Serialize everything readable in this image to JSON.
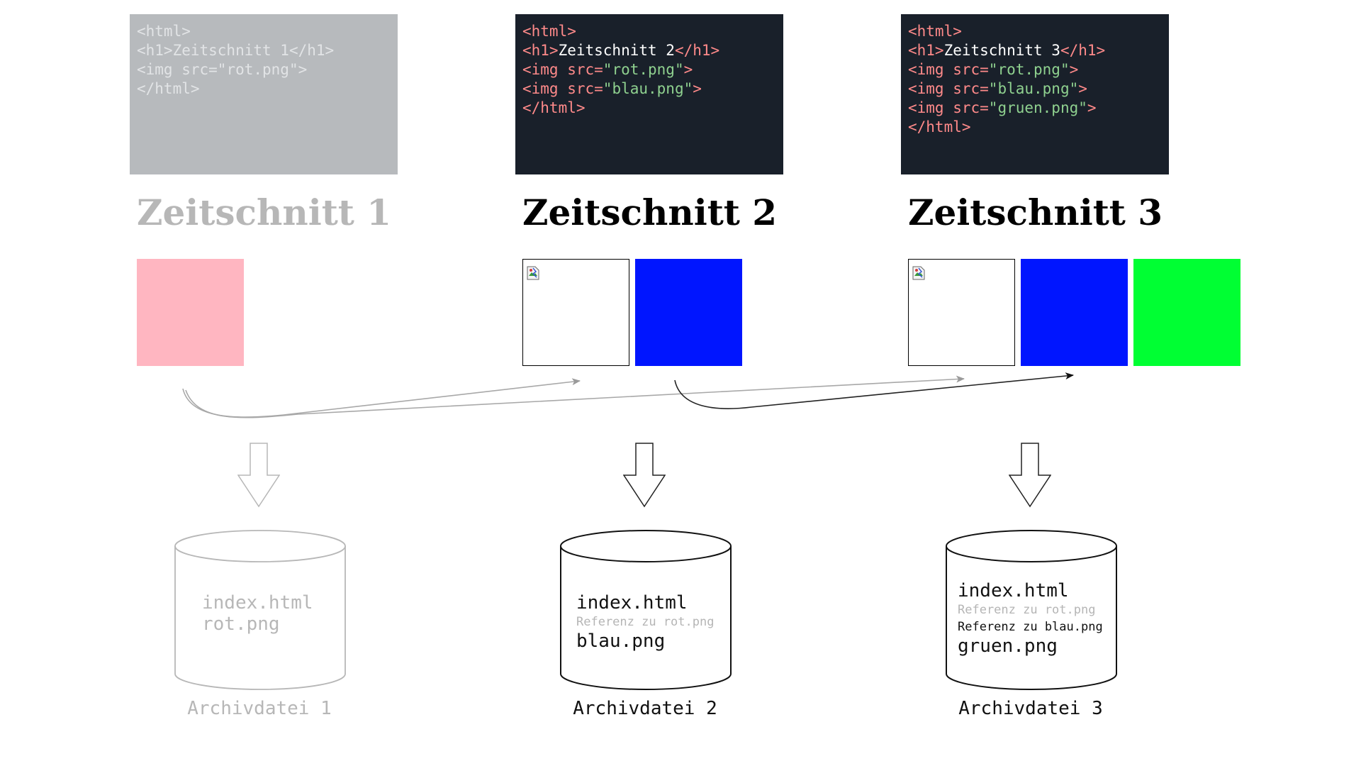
{
  "snapshots": [
    {
      "code_lines": [
        [
          [
            "tag",
            "<html>"
          ]
        ],
        [
          [
            "tag",
            "<h1>"
          ],
          [
            "plain",
            "Zeitschnitt 1"
          ],
          [
            "tag",
            "</h1>"
          ]
        ],
        [
          [
            "tag",
            "<img src="
          ],
          [
            "str",
            "\"rot.png\""
          ],
          [
            "tag",
            ">"
          ]
        ],
        [
          [
            "tag",
            "</html>"
          ]
        ]
      ],
      "title": "Zeitschnitt 1",
      "archive_lines": [
        "index.html",
        "rot.png"
      ],
      "caption": "Archivdatei 1"
    },
    {
      "code_lines": [
        [
          [
            "tag",
            "<html>"
          ]
        ],
        [
          [
            "tag",
            "<h1>"
          ],
          [
            "plain",
            "Zeitschnitt 2"
          ],
          [
            "tag",
            "</h1>"
          ]
        ],
        [
          [
            "tag",
            "<img src="
          ],
          [
            "str",
            "\"rot.png\""
          ],
          [
            "tag",
            ">"
          ]
        ],
        [
          [
            "tag",
            "<img src="
          ],
          [
            "str",
            "\"blau.png\""
          ],
          [
            "tag",
            ">"
          ]
        ],
        [
          [
            "tag",
            "</html>"
          ]
        ]
      ],
      "title": "Zeitschnitt 2",
      "archive_lines": [
        "index.html",
        "Referenz zu rot.png",
        "blau.png"
      ],
      "caption": "Archivdatei 2"
    },
    {
      "code_lines": [
        [
          [
            "tag",
            "<html>"
          ]
        ],
        [
          [
            "tag",
            "<h1>"
          ],
          [
            "plain",
            "Zeitschnitt 3"
          ],
          [
            "tag",
            "</h1>"
          ]
        ],
        [
          [
            "tag",
            "<img src="
          ],
          [
            "str",
            "\"rot.png\""
          ],
          [
            "tag",
            ">"
          ]
        ],
        [
          [
            "tag",
            "<img src="
          ],
          [
            "str",
            "\"blau.png\""
          ],
          [
            "tag",
            ">"
          ]
        ],
        [
          [
            "tag",
            "<img src="
          ],
          [
            "str",
            "\"gruen.png\""
          ],
          [
            "tag",
            ">"
          ]
        ],
        [
          [
            "tag",
            "</html>"
          ]
        ]
      ],
      "title": "Zeitschnitt 3",
      "archive_lines": [
        "index.html",
        "Referenz zu rot.png",
        "Referenz zu blau.png",
        "gruen.png"
      ],
      "caption": "Archivdatei 3"
    }
  ],
  "colors": {
    "rot": "#ffb6c1",
    "blau": "#0015ff",
    "gruen": "#00ff33",
    "code_background": "#19202a",
    "code_background_dim": "#b7babd",
    "dim_text": "#b7b7b7"
  },
  "icons": [
    "broken-image-icon",
    "down-arrow-icon",
    "database-cylinder-icon",
    "curved-connector-arrow"
  ]
}
